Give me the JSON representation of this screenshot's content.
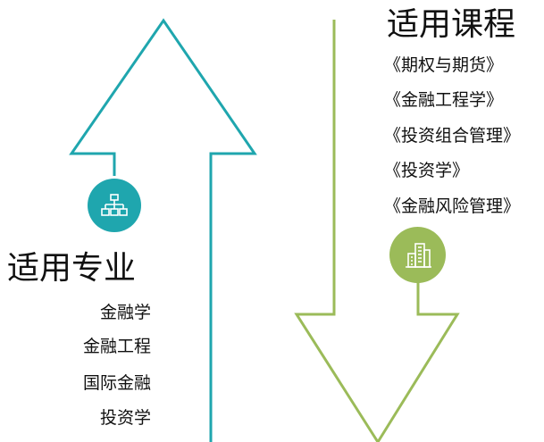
{
  "majors": {
    "title": "适用专业",
    "items": [
      "金融学",
      "金融工程",
      "国际金融",
      "投资学"
    ]
  },
  "courses": {
    "title": "适用课程",
    "items": [
      "《期权与期货》",
      "《金融工程学》",
      "《投资组合管理》",
      "《投资学》",
      "《金融风险管理》"
    ]
  },
  "colors": {
    "up_arrow": "#1fa6ae",
    "down_arrow": "#9bbb59",
    "majors_icon_bg": "#1fa6ae",
    "courses_icon_bg": "#9bbb59"
  },
  "icons": {
    "majors_icon": "org-chart-icon",
    "courses_icon": "buildings-icon"
  }
}
